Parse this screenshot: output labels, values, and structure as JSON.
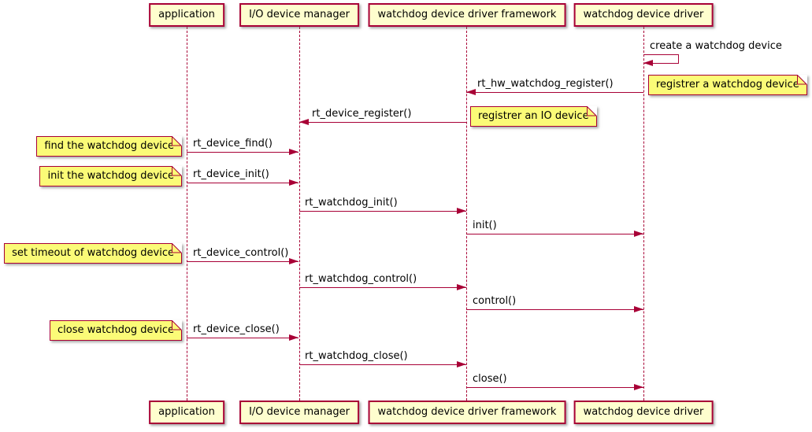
{
  "diagram_type": "uml-sequence-diagram",
  "participants": [
    {
      "label": "application"
    },
    {
      "label": "I/O device manager"
    },
    {
      "label": "watchdog device driver framework"
    },
    {
      "label": "watchdog device driver"
    }
  ],
  "messages": [
    {
      "label": "create a watchdog device",
      "from": "watchdog device driver",
      "to": "watchdog device driver",
      "kind": "self"
    },
    {
      "label": "rt_hw_watchdog_register()",
      "from": "watchdog device driver",
      "to": "watchdog device driver framework",
      "kind": "call"
    },
    {
      "label": "rt_device_register()",
      "from": "watchdog device driver framework",
      "to": "I/O device manager",
      "kind": "call"
    },
    {
      "label": "rt_device_find()",
      "from": "application",
      "to": "I/O device manager",
      "kind": "call"
    },
    {
      "label": "rt_device_init()",
      "from": "application",
      "to": "I/O device manager",
      "kind": "call"
    },
    {
      "label": "rt_watchdog_init()",
      "from": "I/O device manager",
      "to": "watchdog device driver framework",
      "kind": "call"
    },
    {
      "label": "init()",
      "from": "watchdog device driver framework",
      "to": "watchdog device driver",
      "kind": "call"
    },
    {
      "label": "rt_device_control()",
      "from": "application",
      "to": "I/O device manager",
      "kind": "call"
    },
    {
      "label": "rt_watchdog_control()",
      "from": "I/O device manager",
      "to": "watchdog device driver framework",
      "kind": "call"
    },
    {
      "label": "control()",
      "from": "watchdog device driver framework",
      "to": "watchdog device driver",
      "kind": "call"
    },
    {
      "label": "rt_device_close()",
      "from": "application",
      "to": "I/O device manager",
      "kind": "call"
    },
    {
      "label": "rt_watchdog_close()",
      "from": "I/O device manager",
      "to": "watchdog device driver framework",
      "kind": "call"
    },
    {
      "label": "close()",
      "from": "watchdog device driver framework",
      "to": "watchdog device driver",
      "kind": "call"
    }
  ],
  "notes": [
    {
      "text": "registrer a watchdog device",
      "attached_to": "watchdog device driver",
      "side": "right"
    },
    {
      "text": "registrer an IO device",
      "attached_to": "watchdog device driver framework",
      "side": "right"
    },
    {
      "text": "find the watchdog device",
      "attached_to": "application",
      "side": "left"
    },
    {
      "text": "init the watchdog device",
      "attached_to": "application",
      "side": "left"
    },
    {
      "text": "set timeout of watchdog device",
      "attached_to": "application",
      "side": "left"
    },
    {
      "text": "close watchdog device",
      "attached_to": "application",
      "side": "left"
    }
  ],
  "colors": {
    "participant_fill": "#FEFECE",
    "note_fill": "#FBFB77",
    "line": "#A80036",
    "text": "#000000",
    "background": "#FFFFFF"
  }
}
